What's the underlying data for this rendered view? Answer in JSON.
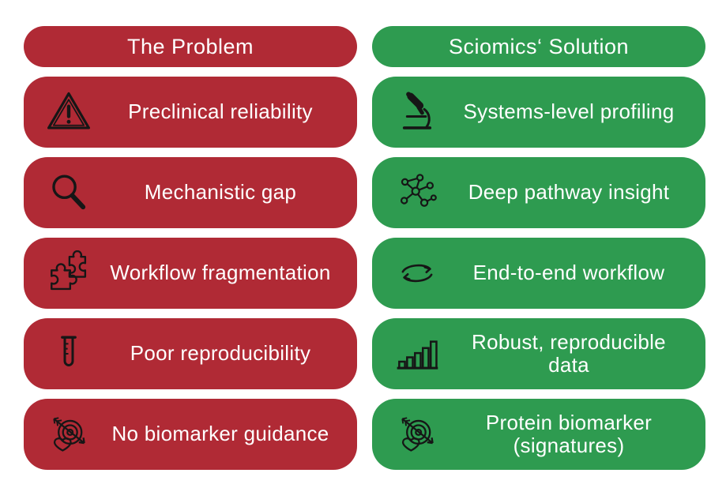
{
  "colors": {
    "problem_red": "#b02a35",
    "solution_green": "#2e9b50",
    "label_text": "#ffffff",
    "icon_stroke": "#161616"
  },
  "columns": [
    {
      "id": "problem",
      "header": "The Problem",
      "items": [
        {
          "icon": "warning-triangle-icon",
          "label": "Preclinical reliability"
        },
        {
          "icon": "magnifier-icon",
          "label": "Mechanistic gap"
        },
        {
          "icon": "puzzle-icon",
          "label": "Workflow fragmentation"
        },
        {
          "icon": "test-tube-icon",
          "label": "Poor reproducibility"
        },
        {
          "icon": "biomarker-target-icon",
          "label": "No biomarker guidance"
        }
      ]
    },
    {
      "id": "solution",
      "header": "Sciomics‘ Solution",
      "items": [
        {
          "icon": "microscope-icon",
          "label": "Systems-level profiling"
        },
        {
          "icon": "molecule-network-icon",
          "label": "Deep pathway insight"
        },
        {
          "icon": "cycle-arrows-icon",
          "label": "End-to-end workflow"
        },
        {
          "icon": "bar-chart-icon",
          "label": "Robust, reproducible data"
        },
        {
          "icon": "biomarker-target-icon",
          "label": "Protein biomarker (signatures)"
        }
      ]
    }
  ]
}
